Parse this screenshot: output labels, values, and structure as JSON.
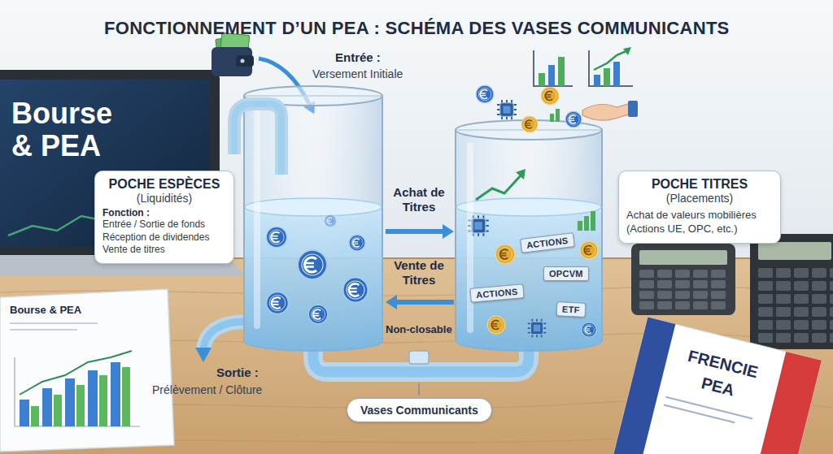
{
  "diagram": {
    "title": "FONCTIONNEMENT D’UN PEA : SCHÉMA DES VASES COMMUNICANTS",
    "nodes": [
      {
        "text": [
          "POCHE ESPÈCES",
          "(Liquidités)",
          "Fonction :",
          "Entrée / Sortie de fonds",
          "Réception de dividendes",
          "Vente de titres"
        ]
      },
      {
        "text": [
          "POCHE TITRES",
          "(Placements)",
          "Achat de valeurs mobilières (Actions UE, OPC, etc.)"
        ]
      },
      {
        "text": [
          "ACTIONS"
        ]
      },
      {
        "text": [
          "OPCVM"
        ]
      },
      {
        "text": [
          "ACTIONS"
        ]
      },
      {
        "text": [
          "ETF"
        ]
      },
      {
        "text": [
          "Vases Communicants"
        ]
      }
    ],
    "labels": [
      "Entrée :",
      "Versement Initiale",
      "Achat de Titres",
      "Vente de Titres",
      "Non-closable",
      "Sortie :",
      "Prélèvement / Clôture",
      "Bourse & PEA",
      "Bourse & PEA",
      "FRENCIE",
      "PEA"
    ]
  }
}
